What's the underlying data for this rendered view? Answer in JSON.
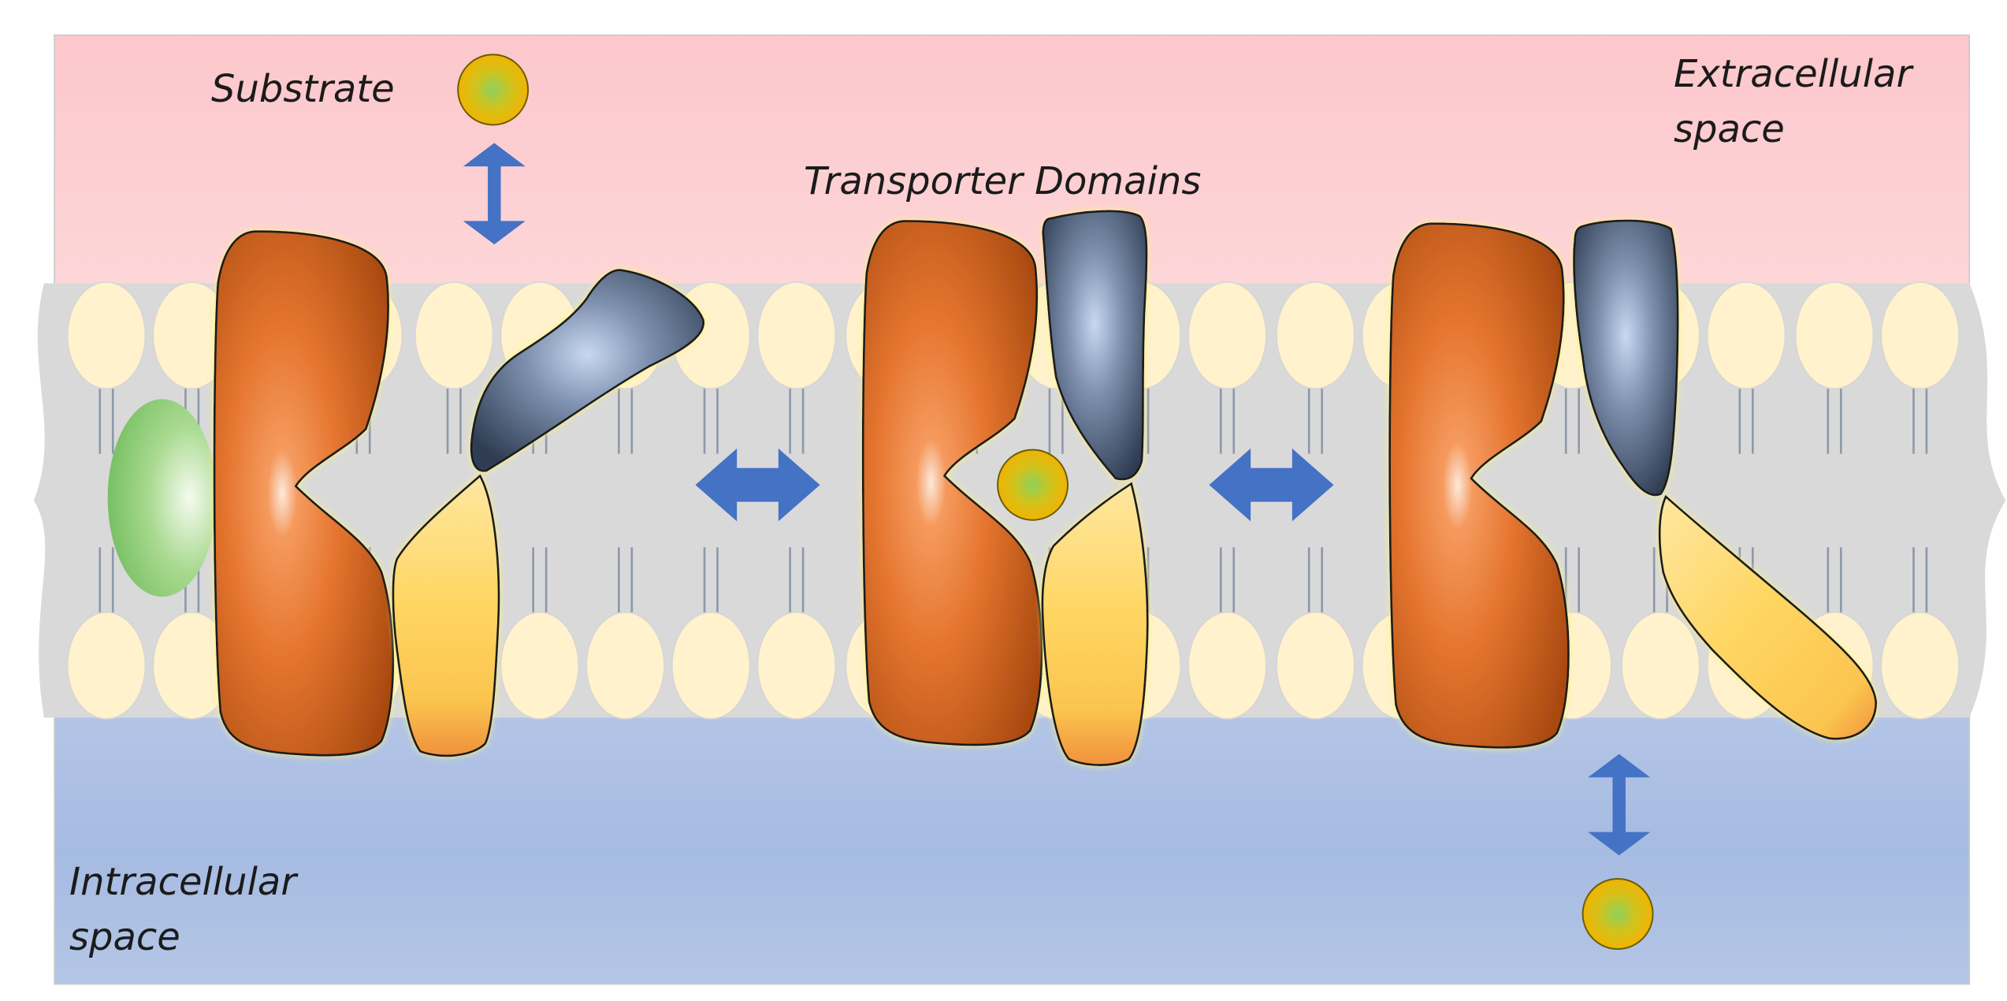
{
  "labels": {
    "substrate": "Substrate",
    "extracellular_line1": "Extracellular",
    "extracellular_line2": "space",
    "transporter_domains": "Transporter Domains",
    "intracellular_line1": "Intracellular",
    "intracellular_line2": "space"
  },
  "states": [
    {
      "id": "outward-open",
      "substrate_bound": false,
      "open_side": "extracellular"
    },
    {
      "id": "occluded",
      "substrate_bound": true,
      "open_side": "none"
    },
    {
      "id": "inward-open",
      "substrate_bound": false,
      "open_side": "intracellular"
    }
  ],
  "colors": {
    "extracellular": "#fbcfd2",
    "intracellular": "#a9bde3",
    "membrane": "#d9d9d9",
    "lipid_head": "#fff2cc",
    "scaffold_domain": "#e6712a",
    "upper_gate_domain": "#6d7f9c",
    "lower_gate_domain": "#ffd45f",
    "substrate": "#f2b705",
    "arrow": "#4472c4",
    "side_protein": "#7cc26c"
  }
}
